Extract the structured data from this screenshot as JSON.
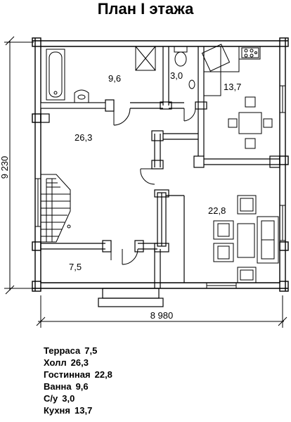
{
  "title": "План I этажа",
  "dimensions": {
    "height": "9 230",
    "width": "8 980"
  },
  "rooms": [
    {
      "id": "bath",
      "area": "9,6"
    },
    {
      "id": "wc",
      "area": "3,0"
    },
    {
      "id": "kitchen",
      "area": "13,7"
    },
    {
      "id": "hall",
      "area": "26,3"
    },
    {
      "id": "living",
      "area": "22,8"
    },
    {
      "id": "terrace",
      "area": "7,5"
    }
  ],
  "legend": [
    {
      "name": "Терраса",
      "value": "7,5"
    },
    {
      "name": "Холл",
      "value": "26,3"
    },
    {
      "name": "Гостинная",
      "value": "22,8"
    },
    {
      "name": "Ванна",
      "value": "9,6"
    },
    {
      "name": "С/у",
      "value": "3,0"
    },
    {
      "name": "Кухня",
      "value": "13,7"
    }
  ]
}
